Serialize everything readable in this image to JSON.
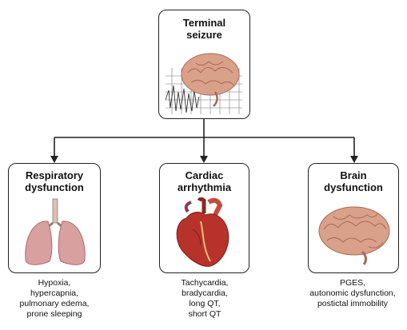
{
  "top_box": {
    "title": "Terminal\nseizure"
  },
  "boxes": [
    {
      "title": "Respiratory\ndysfunction",
      "caption": "Hypoxia,\nhypercapnia,\npulmonary edema,\nprone sleeping"
    },
    {
      "title": "Cardiac\narrhythmia",
      "caption": "Tachycardia,\nbradycardia,\nlong QT,\nshort QT"
    },
    {
      "title": "Brain\ndysfunction",
      "caption": "PGES,\nautonomic dysfunction,\npostictal immobility"
    }
  ],
  "icons": {
    "top": "brain-with-eeg-trace-icon",
    "respiratory": "lungs-icon",
    "cardiac": "heart-icon",
    "brain": "brain-icon"
  },
  "colors": {
    "line": "#222222",
    "brain": "#d9a08a",
    "lungs": "#d9a0a0",
    "heart": "#b8322c"
  }
}
